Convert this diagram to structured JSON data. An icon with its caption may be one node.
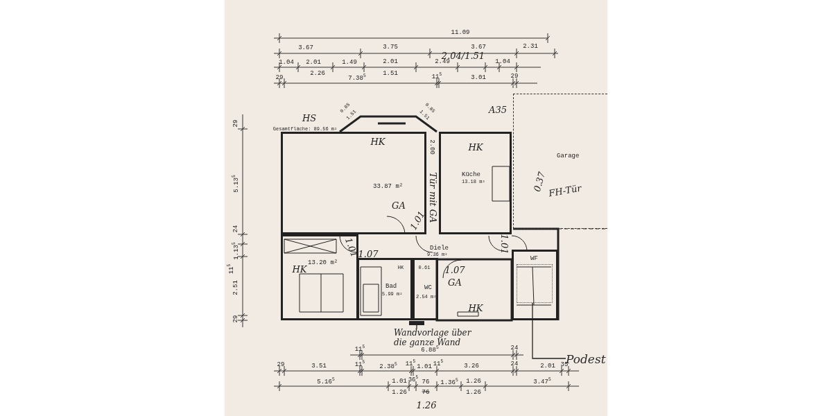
{
  "diagram": {
    "nodes": [
      {
        "text": [
          "33.87 m²"
        ]
      },
      {
        "text": [
          "Küche",
          "13.18 m²"
        ]
      },
      {
        "text": [
          "Garage"
        ]
      },
      {
        "text": [
          "13.20 m²"
        ]
      },
      {
        "text": [
          "Bad",
          "5.99 m²"
        ]
      },
      {
        "text": [
          "WC",
          "2.54 m²"
        ]
      },
      {
        "text": [
          "Diele",
          "9.36 m²"
        ]
      },
      {
        "text": [
          "WF"
        ]
      },
      {
        "text": [],
        "shape": "box",
        "in": 7
      },
      {
        "text": [
          "Podest"
        ]
      },
      {
        "text": [
          "Wandvorlage über die ganze Wand"
        ]
      },
      {
        "text": [],
        "shape": "bar"
      }
    ],
    "edges": [
      {
        "from": 9,
        "to": 8,
        "arrow": "none"
      },
      {
        "from": 10,
        "to": 11,
        "arrow": "none"
      }
    ],
    "labels": [
      "HS",
      "Gesamtfläche: 89.56 m²",
      "11.09",
      "3.67",
      "3.75",
      "3.67",
      "2.31",
      "2.04/1.51",
      "1.04",
      "2.01",
      "1.49",
      "2.01",
      "2.49",
      "1.04",
      "2.26",
      "1.51",
      "29",
      "7.38$^{5}$",
      "11$^{5}$",
      "3.01",
      "29",
      "29",
      "5.13$^{5}$",
      "24",
      "1.13$^{5}$",
      "11$^{5}$",
      "2.51",
      "29",
      "0.85",
      "1.51",
      "0.85",
      "1.51",
      "HK",
      "A35",
      "HK",
      "2.00",
      "Tür mit GA",
      "GA",
      "1.01",
      "0.37",
      "FH-Tür",
      "1.01",
      "HK",
      "1.07",
      "HK",
      "0.61",
      "1.07",
      "GA",
      "1.01",
      "HK",
      "11$^{5}$",
      "6.88$^{5}$",
      "24",
      "29",
      "3.51",
      "11$^{5}$",
      "2.38$^{5}$",
      "11$^{5}$",
      "1.01",
      "11$^{5}$",
      "3.26",
      "24",
      "2.01",
      "35",
      "5.16$^{5}$",
      "1.01",
      "36$^{5}$",
      "76",
      "1.36$^{5}$",
      "1.26",
      "3.47$^{5}$",
      "1.26",
      "76",
      "1.26",
      "1.26"
    ]
  }
}
